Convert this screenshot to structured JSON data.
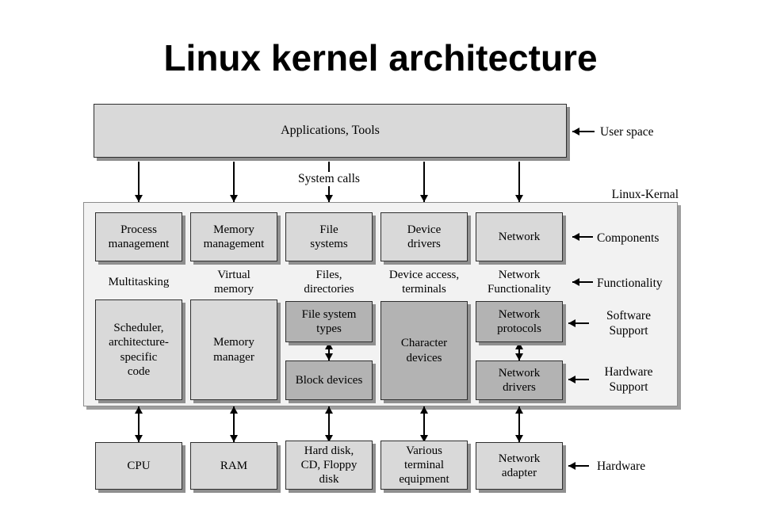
{
  "title": "Linux kernel architecture",
  "user_space": {
    "applications_box": "Applications, Tools",
    "label": "User space"
  },
  "system_calls_label": "System calls",
  "kernel_label": "Linux-Kernal",
  "components": {
    "label": "Components",
    "items": [
      {
        "label": "Process\nmanagement"
      },
      {
        "label": "Memory\nmanagement"
      },
      {
        "label": "File\nsystems"
      },
      {
        "label": "Device\ndrivers"
      },
      {
        "label": "Network"
      }
    ]
  },
  "functionality": {
    "label": "Functionality",
    "items": [
      {
        "label": "Multitasking"
      },
      {
        "label": "Virtual\nmemory"
      },
      {
        "label": "Files,\ndirectories"
      },
      {
        "label": "Device access,\nterminals"
      },
      {
        "label": "Network\nFunctionality"
      }
    ]
  },
  "software_support": {
    "label": "Software\nSupport",
    "boxes": {
      "scheduler": "Scheduler,\narchitecture-\nspecific\ncode",
      "memory_manager": "Memory\nmanager",
      "file_system_types": "File system\ntypes",
      "block_devices": "Block devices",
      "character_devices": "Character\ndevices",
      "network_protocols": "Network\nprotocols",
      "network_drivers": "Network\ndrivers"
    }
  },
  "hardware_support": {
    "label": "Hardware\nSupport"
  },
  "hardware": {
    "label": "Hardware",
    "items": [
      {
        "label": "CPU"
      },
      {
        "label": "RAM"
      },
      {
        "label": "Hard disk,\nCD, Floppy\ndisk"
      },
      {
        "label": "Various\nterminal\nequipment"
      },
      {
        "label": "Network\nadapter"
      }
    ]
  },
  "colors": {
    "box_light": "#d9d9d9",
    "box_dark": "#b3b3b3",
    "kernel_bg": "#f2f2f2",
    "shadow": "#8f8f8f",
    "line": "#000000"
  }
}
